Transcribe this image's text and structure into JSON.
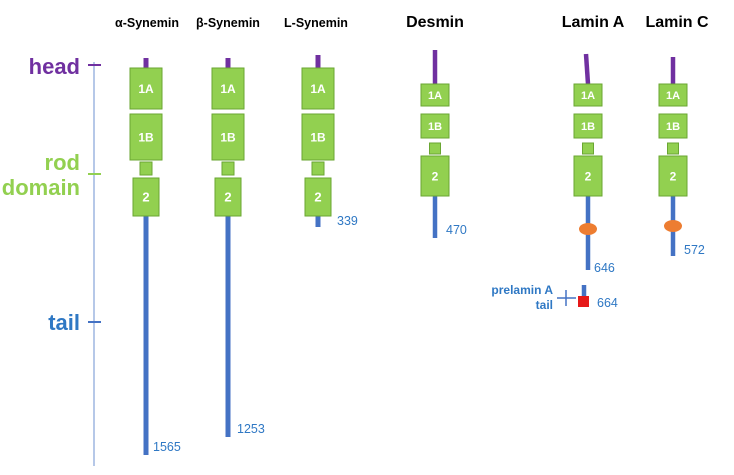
{
  "region_labels": {
    "head": "head",
    "rod_line1": "rod",
    "rod_line2": "domain",
    "tail": "tail"
  },
  "proteins": [
    {
      "name": "α-Synemin",
      "end_label": "1565"
    },
    {
      "name": "β-Synemin",
      "end_label": "1253"
    },
    {
      "name": "L-Synemin",
      "end_label": "339"
    },
    {
      "name": "Desmin",
      "end_label": "470"
    },
    {
      "name": "Lamin A",
      "end_label": "646"
    },
    {
      "name": "Lamin C",
      "end_label": "572"
    }
  ],
  "prelamin": {
    "label_line1": "prelamin A",
    "label_line2": "tail",
    "end_label": "664"
  },
  "segment_labels": {
    "s1a": "1A",
    "s1b": "1B",
    "s2": "2"
  },
  "colors": {
    "head": "#7030a0",
    "rod": "#92d050",
    "tail": "#4472c4",
    "number": "#2f78c4",
    "segment_fill": "#92d050",
    "segment_stroke": "#6aa632",
    "node": "#ed7d31",
    "prelamin_box": "#e61919",
    "axis": "#8eaadb"
  }
}
